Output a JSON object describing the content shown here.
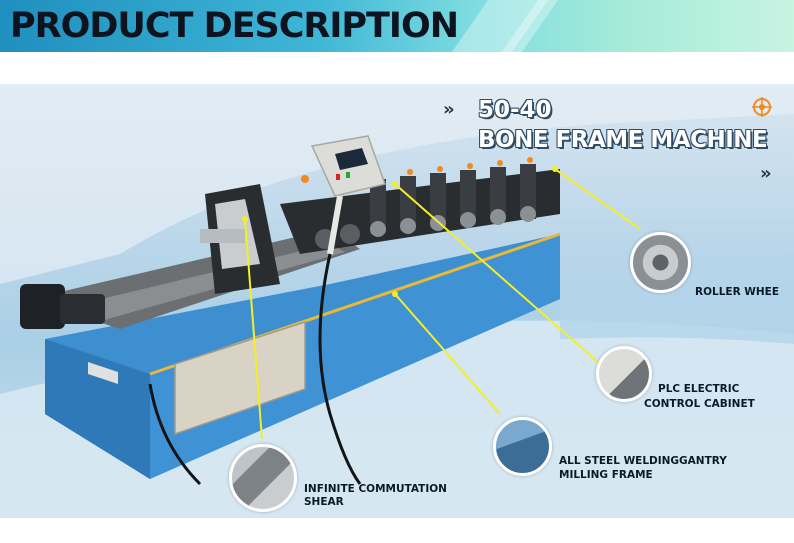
{
  "banner": {
    "title": "PRODUCT DESCRIPTION"
  },
  "hero": {
    "title_line1": "50-40",
    "title_line2": "BONE FRAME MACHINE"
  },
  "callouts": [
    {
      "label": "ROLLER WHEE"
    },
    {
      "label_line1": "PLC ELECTRIC",
      "label_line2": "CONTROL CABINET"
    },
    {
      "label_line1": "ALL STEEL WELDINGGANTRY",
      "label_line2": "MILLING FRAME"
    },
    {
      "label_line1": "INFINITE COMMUTATION",
      "label_line2": "SHEAR"
    }
  ],
  "colors": {
    "banner_start": "#1f8fbf",
    "banner_end": "#c8f3e3",
    "machine_blue": "#3d8fd0",
    "leader_yellow": "#f2ef2a",
    "accent_orange": "#f08a1c"
  },
  "icons": [
    "double-chevron-right-icon",
    "crosshair-target-icon"
  ]
}
